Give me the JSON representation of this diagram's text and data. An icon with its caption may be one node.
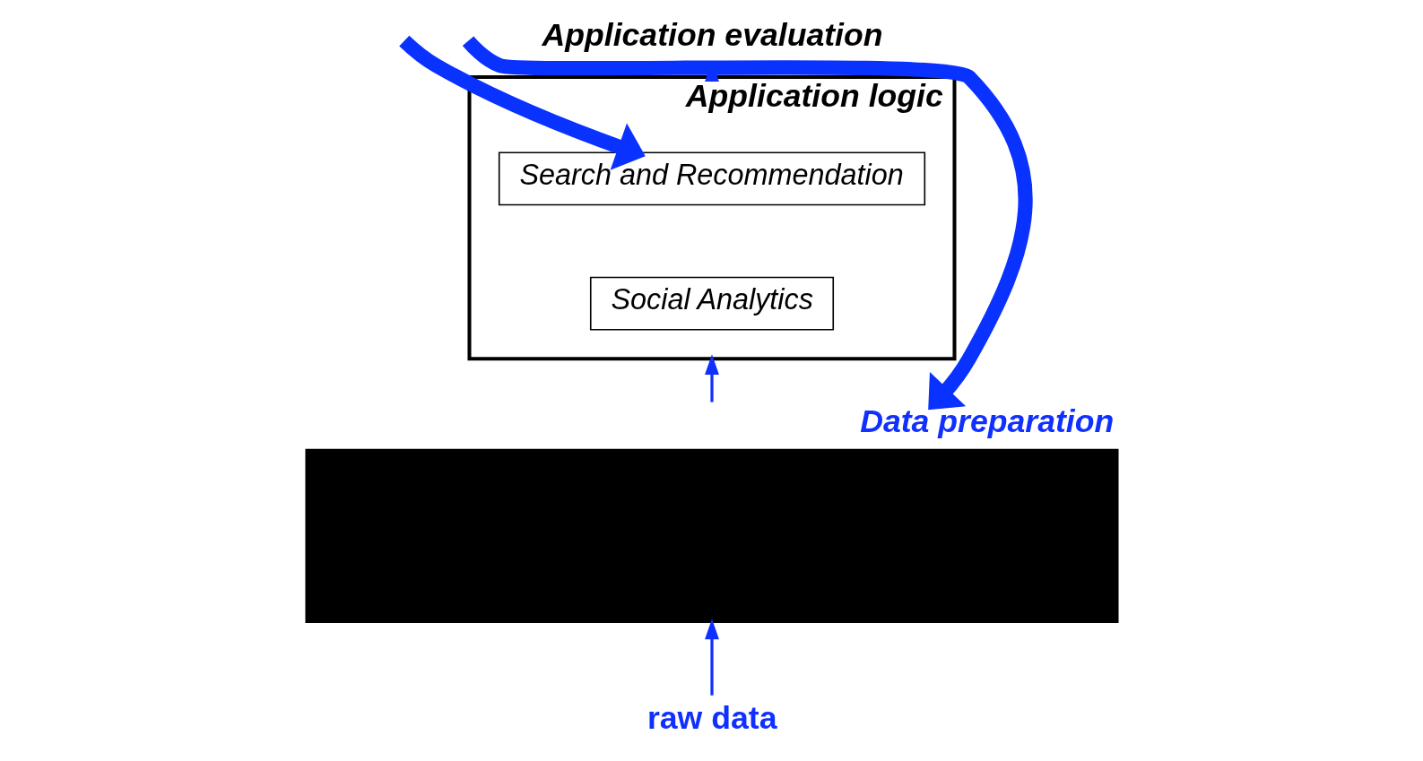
{
  "diagram": {
    "nodes": [
      {
        "text": [
          "Application evaluation"
        ]
      },
      {
        "text": [
          "Application logic"
        ]
      },
      {
        "text": [
          "Search and Recommendation"
        ],
        "in": 1
      },
      {
        "text": [
          "Social Analytics"
        ],
        "in": 1
      },
      {
        "text": [
          "Data preparation"
        ]
      },
      {
        "text": [
          "raw data"
        ]
      }
    ],
    "edges": [
      {
        "from": 5,
        "to": 4,
        "arrow": "to"
      },
      {
        "from": 4,
        "to": 1,
        "arrow": "to"
      },
      {
        "from": 1,
        "to": 0,
        "arrow": "to"
      },
      {
        "from": null,
        "to": 2,
        "arrow": "to",
        "style": "thick",
        "color": "#0a32ff"
      },
      {
        "from": null,
        "to": 4,
        "arrow": "to",
        "style": "thick",
        "color": "#0a32ff"
      }
    ]
  }
}
